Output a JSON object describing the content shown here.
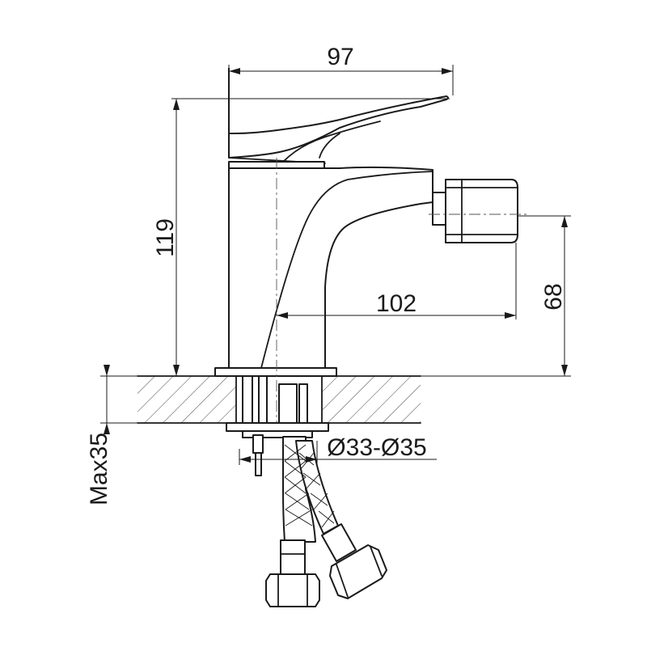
{
  "dimensions": {
    "width_top": "97",
    "height_total": "119",
    "reach": "102",
    "spout_height": "68",
    "hole_diameter": "Ø33-Ø35",
    "max_thickness": "Max35"
  }
}
